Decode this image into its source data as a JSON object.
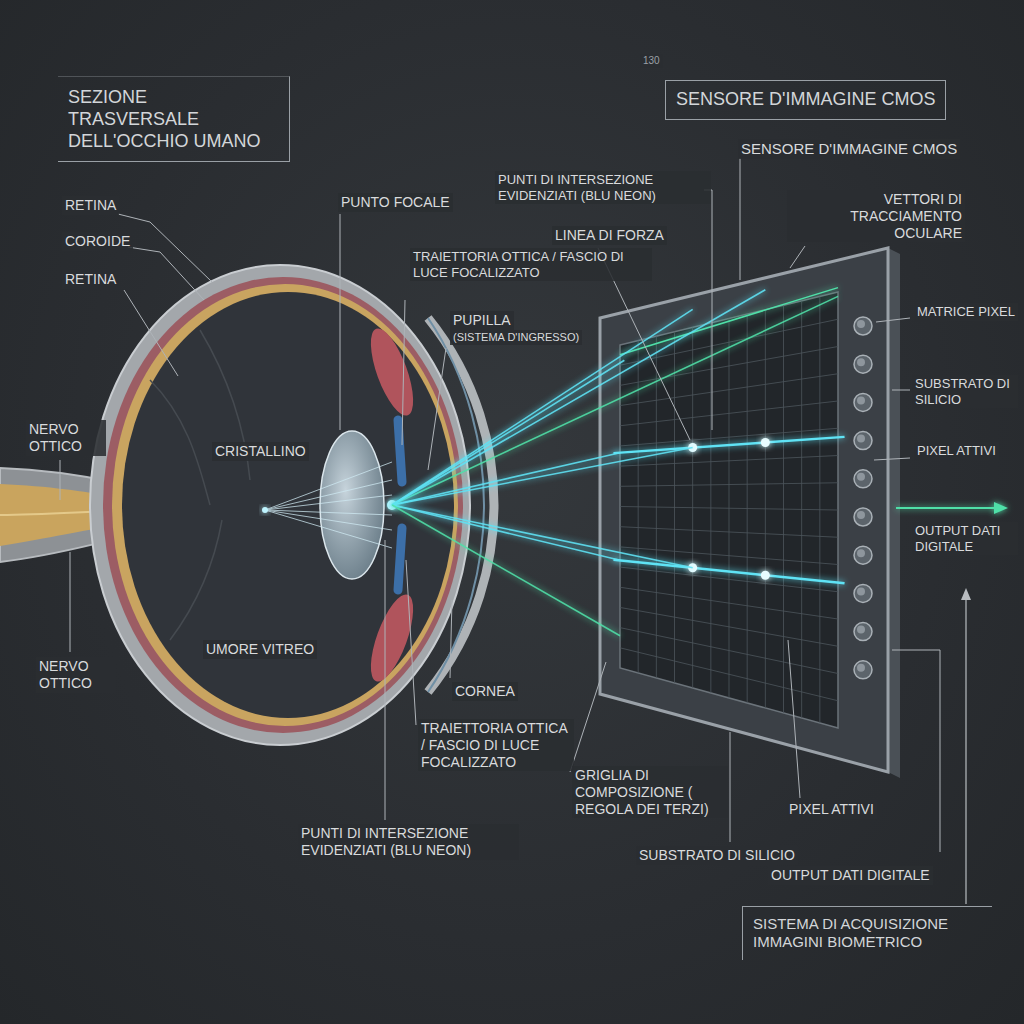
{
  "diagram": {
    "nodes": [
      {
        "text": [
          "SEZIONE TRASVERSALE DELL'OCCHIO UMANO"
        ]
      },
      {
        "text": [
          "SENSORE D'IMMAGINE CMOS"
        ]
      },
      {
        "text": [
          "SISTEMA DI ACQUISIZIONE IMMAGINI BIOMETRICO"
        ]
      }
    ],
    "labels": [
      "130",
      "SENSORE D'IMMAGINE CMOS",
      "PUNTI DI INTERSEZIONE EVIDENZIATI (BLU NEON)",
      "VETTORI DI TRACCIAMENTO OCULARE",
      "PUNTO FOCALE",
      "LINEA DI FORZA",
      "RETINA",
      "COROIDE",
      "TRAIETTORIA OTTICA / FASCIO DI LUCE FOCALIZZATO",
      "RETINA",
      "PUPILLA",
      "(SISTEMA D'INGRESSO)",
      "MATRICE PIXEL",
      "SUBSTRATO DI SILICIO",
      "NERVO OTTICO",
      "CRISTALLINO",
      "PIXEL ATTIVI",
      "OUTPUT DATI DIGITALE",
      "UMORE VITREO",
      "NERVO OTTICO",
      "CORNEA",
      "TRAIETTORIA OTTICA / FASCIO DI LUCE FOCALIZZATO",
      "GRIGLIA DI COMPOSIZIONE ( REGOLA DEI TERZI)",
      "PIXEL ATTIVI",
      "SUBSTRATO DI SILICIO",
      "OUTPUT DATI DIGITALE",
      "PUNTI DI INTERSEZIONE EVIDENZIATI (BLU NEON)"
    ]
  }
}
